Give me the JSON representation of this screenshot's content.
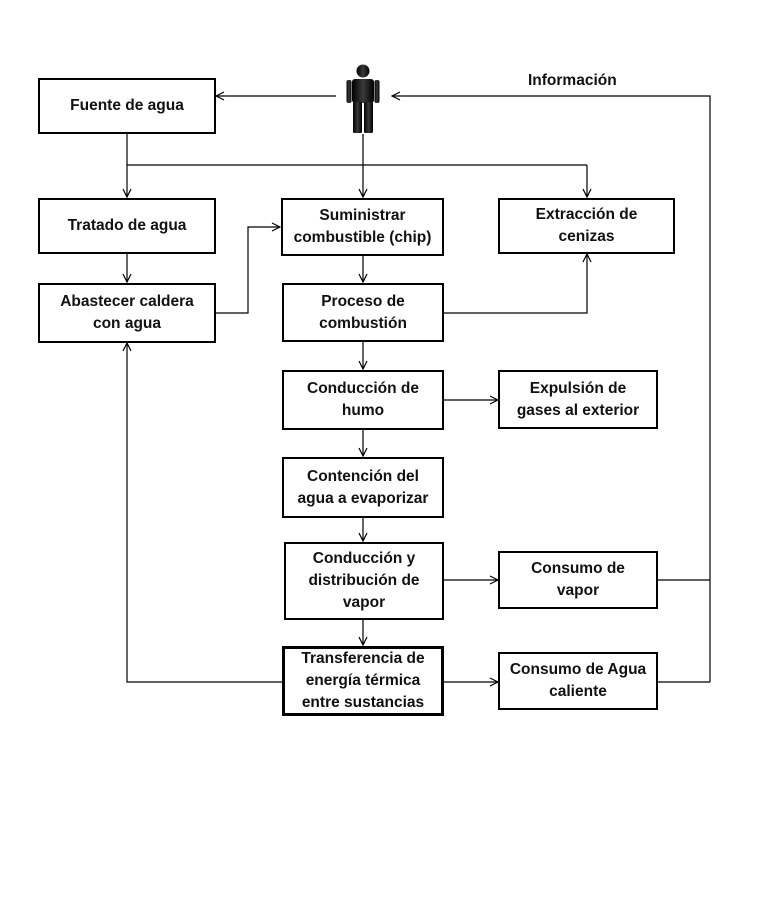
{
  "diagram": {
    "nodes": {
      "fuente": "Fuente de agua",
      "tratado": "Tratado de agua",
      "abastecer": "Abastecer  caldera\ncon agua",
      "suministrar": "Suministrar\ncombustible (chip)",
      "extraccion": "Extracción de\ncenizas",
      "proceso": "Proceso de\ncombustión",
      "conduccion_humo": "Conducción de\nhumo",
      "expulsion": "Expulsión de\ngases al exterior",
      "contencion": "Contención del\nagua a evaporizar",
      "conduccion_vapor": "Conducción y\ndistribución de\nvapor",
      "consumo_vapor": "Consumo de\nvapor",
      "transferencia": "Transferencia de\nenergía térmica\nentre sustancias",
      "consumo_agua": "Consumo de Agua\ncaliente"
    },
    "info_label": "Información",
    "operator_icon": "person-icon"
  }
}
